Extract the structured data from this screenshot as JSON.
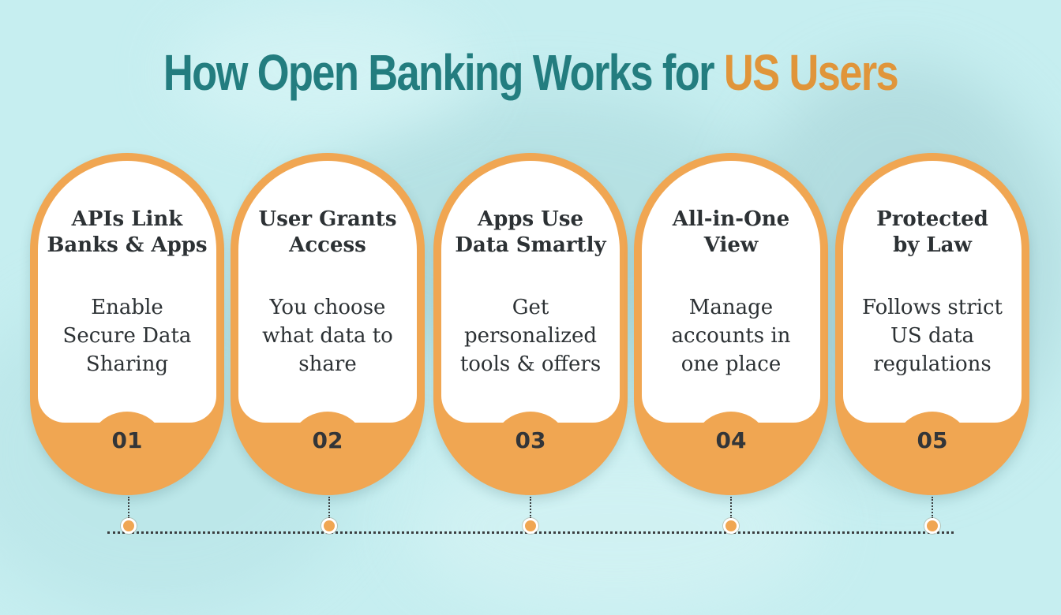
{
  "title": {
    "main": "How Open Banking Works for",
    "accent": "US Users"
  },
  "colors": {
    "title_teal": "#237d7f",
    "accent_orange": "#e0953a",
    "card_orange": "#f0a652",
    "background": "#c6eef0",
    "text_dark": "#2c3134"
  },
  "steps": [
    {
      "number": "01",
      "heading": [
        "APIs Link",
        "Banks & Apps"
      ],
      "description": [
        "Enable",
        "Secure Data",
        "Sharing"
      ]
    },
    {
      "number": "02",
      "heading": [
        "User Grants",
        "Access"
      ],
      "description": [
        "You choose",
        "what data to",
        "share"
      ]
    },
    {
      "number": "03",
      "heading": [
        "Apps Use",
        "Data Smartly"
      ],
      "description": [
        "Get",
        "personalized",
        "tools & offers"
      ]
    },
    {
      "number": "04",
      "heading": [
        "All-in-One",
        "View"
      ],
      "description": [
        "Manage",
        "accounts in",
        "one place"
      ]
    },
    {
      "number": "05",
      "heading": [
        "Protected",
        "by Law"
      ],
      "description": [
        "Follows strict",
        "US data",
        "regulations"
      ]
    }
  ]
}
